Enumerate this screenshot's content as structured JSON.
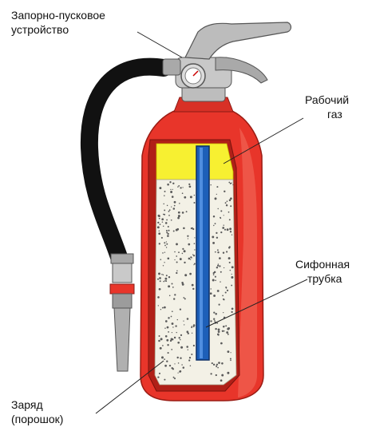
{
  "labels": {
    "valve_line1": "Запорно-пусковое",
    "valve_line2": "устройство",
    "gas_line1": "Рабочий",
    "gas_line2": "газ",
    "siphon_line1": "Сифонная",
    "siphon_line2": "трубка",
    "charge_line1": "Заряд",
    "charge_line2": "(порошок)"
  },
  "colors": {
    "body_red": "#e8352a",
    "body_dark": "#b82018",
    "gas_yellow": "#f7f031",
    "powder": "#f3f1e6",
    "siphon_blue": "#1d5fb8",
    "hose_black": "#111111",
    "metal_grey": "#9a9a9a"
  }
}
